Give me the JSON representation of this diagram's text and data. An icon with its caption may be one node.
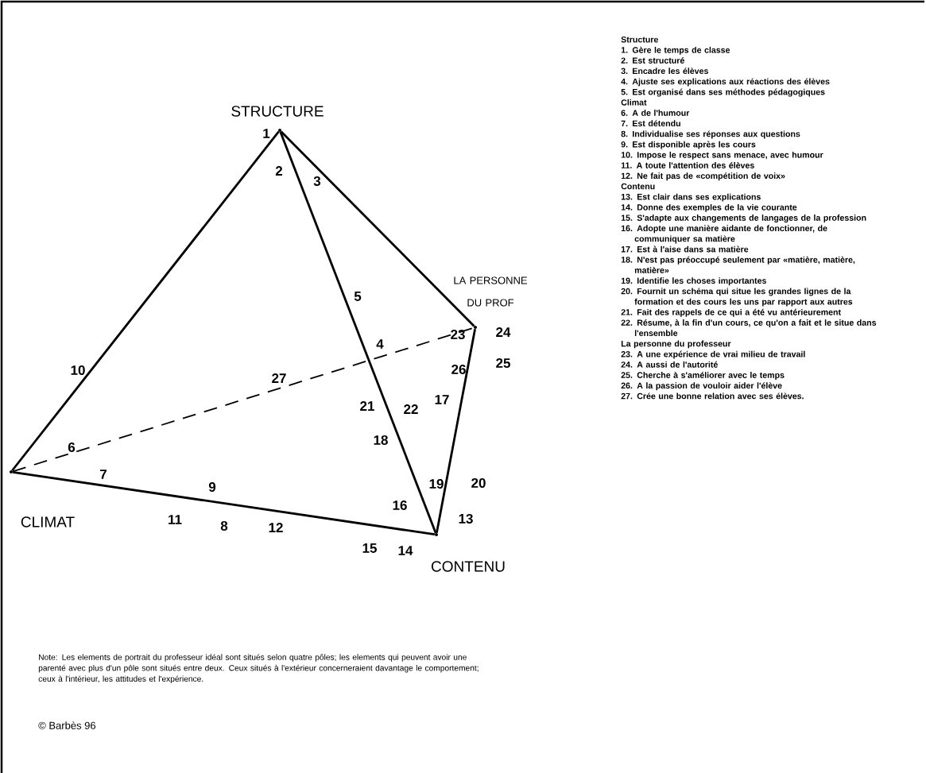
{
  "diagram": {
    "nodes": [
      {
        "text": [],
        "shape": "vertex",
        "beside": [
          "STRUCTURE"
        ]
      },
      {
        "text": [],
        "shape": "vertex",
        "beside": [
          "LA PERSONNE DU PROF"
        ]
      },
      {
        "text": [],
        "shape": "vertex",
        "beside": [
          "CLIMAT"
        ]
      },
      {
        "text": [],
        "shape": "vertex",
        "beside": [
          "CONTENU"
        ]
      }
    ],
    "edges": [
      {
        "from": 0,
        "to": 2,
        "arrow": "none"
      },
      {
        "from": 0,
        "to": 3,
        "arrow": "none"
      },
      {
        "from": 0,
        "to": 1,
        "arrow": "none"
      },
      {
        "from": 2,
        "to": 3,
        "arrow": "none"
      },
      {
        "from": 3,
        "to": 1,
        "arrow": "none"
      },
      {
        "from": 2,
        "to": 1,
        "arrow": "none",
        "style": "dashed"
      }
    ],
    "labels": [
      "1",
      "2",
      "3",
      "5",
      "23",
      "24",
      "4",
      "10",
      "27",
      "26",
      "25",
      "21",
      "22",
      "17",
      "18",
      "6",
      "7",
      "9",
      "19",
      "20",
      "16",
      "11",
      "8",
      "12",
      "13",
      "15",
      "14",
      "Structure",
      "1. Gère le temps de classe",
      "2. Est structuré",
      "3. Encadre les élèves",
      "4. Ajuste ses explications aux réactions des élèves",
      "5. Est organisé dans ses méthodes pédagogiques",
      "Climat",
      "6. A de l'humour",
      "7. Est détendu",
      "8. Individualise ses réponses aux questions",
      "9. Est disponible après les cours",
      "10. Impose le respect sans menace, avec humour",
      "11. A toute l'attention des élèves",
      "12. Ne fait pas de «compétition de voix»",
      "Contenu",
      "13. Est clair dans ses explications",
      "14. Donne des exemples de la vie courante",
      "15. S'adapte aux changements de langages de la profession",
      "16. Adopte une manière aidante de fonctionner, de communiquer sa matière",
      "17. Est à l'aise dans sa matière",
      "18. N'est pas préoccupé seulement par «matière, matière, matière»",
      "19. Identifie les choses importantes",
      "20. Fournit un schéma qui situe les grandes lignes de la formation et des cours les uns par rapport aux autres",
      "21. Fait des rappels de ce qui a été vu antérieurement",
      "22. Résume, à la fin d'un cours, ce qu'on a fait et le situe dans l'ensemble",
      "La personne du professeur",
      "23. A une expérience de vrai milieu de travail",
      "24. A aussi de l'autorité",
      "25. Cherche à s'améliorer avec le temps",
      "26. A la passion de vouloir aider l'élève",
      "27. Crée une bonne relation avec ses élèves.",
      "Note: Les elements de portrait du professeur idéal sont situés selon quatre pôles; les elements qui peuvent avoir une parenté avec plus d'un pôle sont situés entre deux. Ceux situés à l'extérieur concerneraient davantage le comportement; ceux à l'intérieur, les attitudes et l'expérience.",
      "© Barbès 96"
    ]
  }
}
